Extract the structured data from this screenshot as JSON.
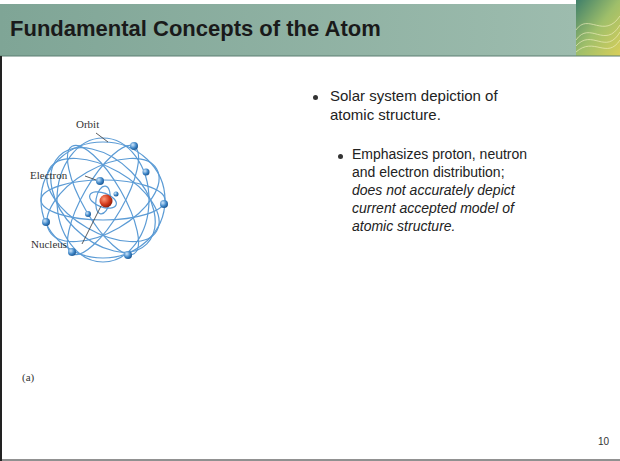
{
  "diagram": {
    "title": "Fundamental Concepts of the Atom",
    "labels": [
      "Orbit",
      "Electron",
      "Nucleus",
      "(a)",
      "Solar system depiction of atomic structure.",
      "Emphasizes proton, neutron and electron distribution;",
      "does not accurately depict current accepted model of atomic structure.",
      "10"
    ]
  }
}
